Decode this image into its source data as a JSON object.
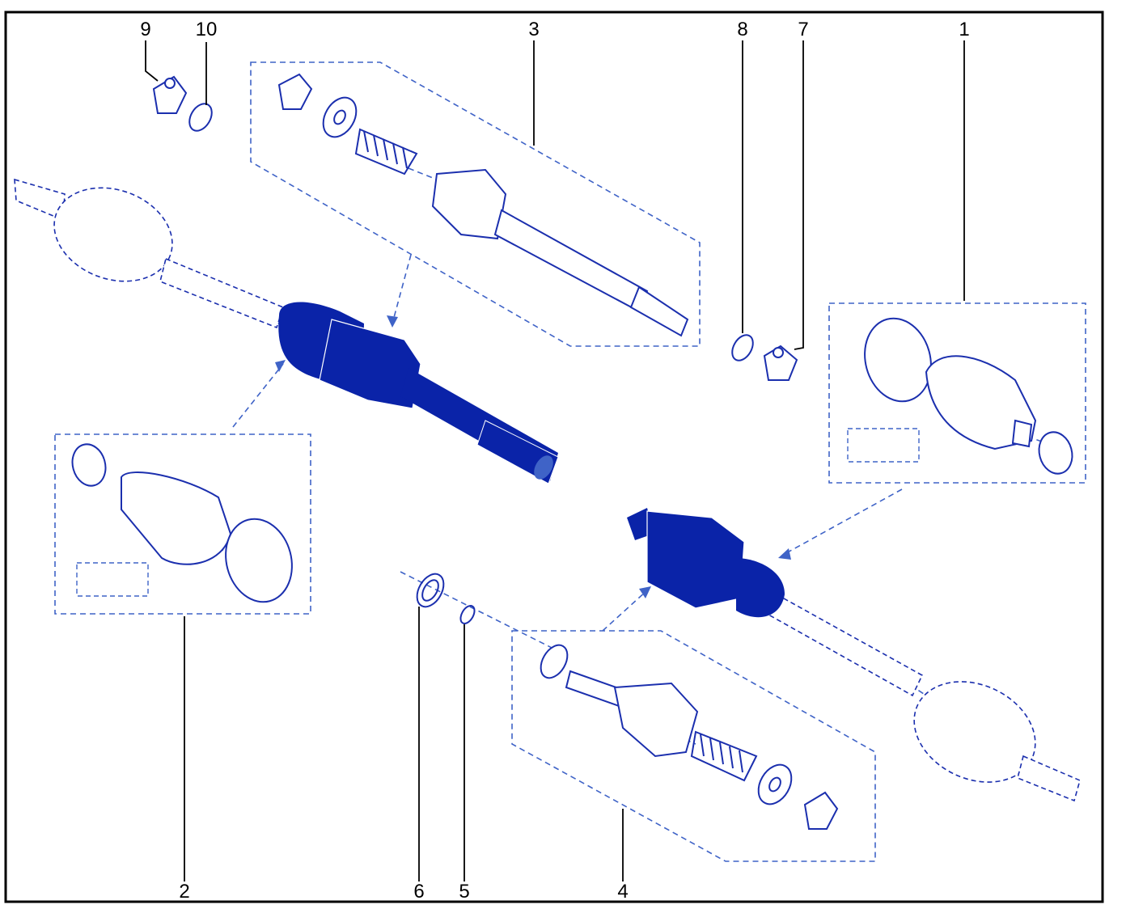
{
  "colors": {
    "part_line": "#1B2FAE",
    "part_fill_solid": "#0A23A8",
    "part_fill_light": "#FFFFFF",
    "leader_line": "#000000",
    "border": "#000000",
    "dashed_group": "#3F63C7"
  },
  "callouts": [
    {
      "id": "9",
      "label": "9"
    },
    {
      "id": "10",
      "label": "10"
    },
    {
      "id": "3",
      "label": "3"
    },
    {
      "id": "8",
      "label": "8"
    },
    {
      "id": "7",
      "label": "7"
    },
    {
      "id": "1",
      "label": "1"
    },
    {
      "id": "2",
      "label": "2"
    },
    {
      "id": "6",
      "label": "6"
    },
    {
      "id": "5",
      "label": "5"
    },
    {
      "id": "4",
      "label": "4"
    }
  ]
}
